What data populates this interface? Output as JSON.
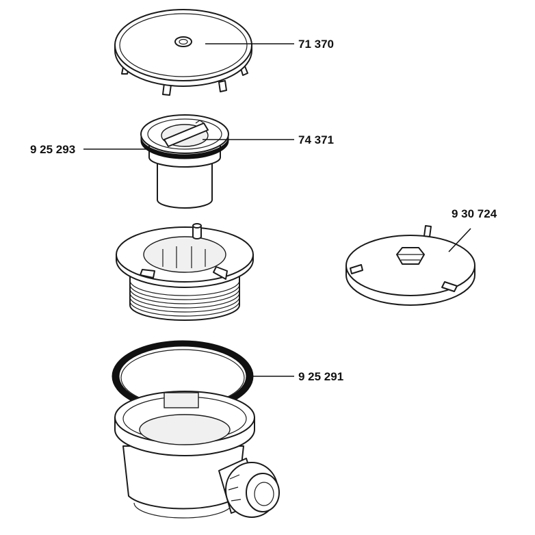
{
  "parts": [
    {
      "id": "cover",
      "number": "71 370"
    },
    {
      "id": "cap",
      "number": "74 371"
    },
    {
      "id": "cap-seal",
      "number": "9 25 293"
    },
    {
      "id": "plate",
      "number": "9 30 724"
    },
    {
      "id": "ring-seal",
      "number": "9 25 291"
    }
  ],
  "colors": {
    "line": "#1a1a1a",
    "fill": "#ffffff",
    "ring": "#111111"
  }
}
